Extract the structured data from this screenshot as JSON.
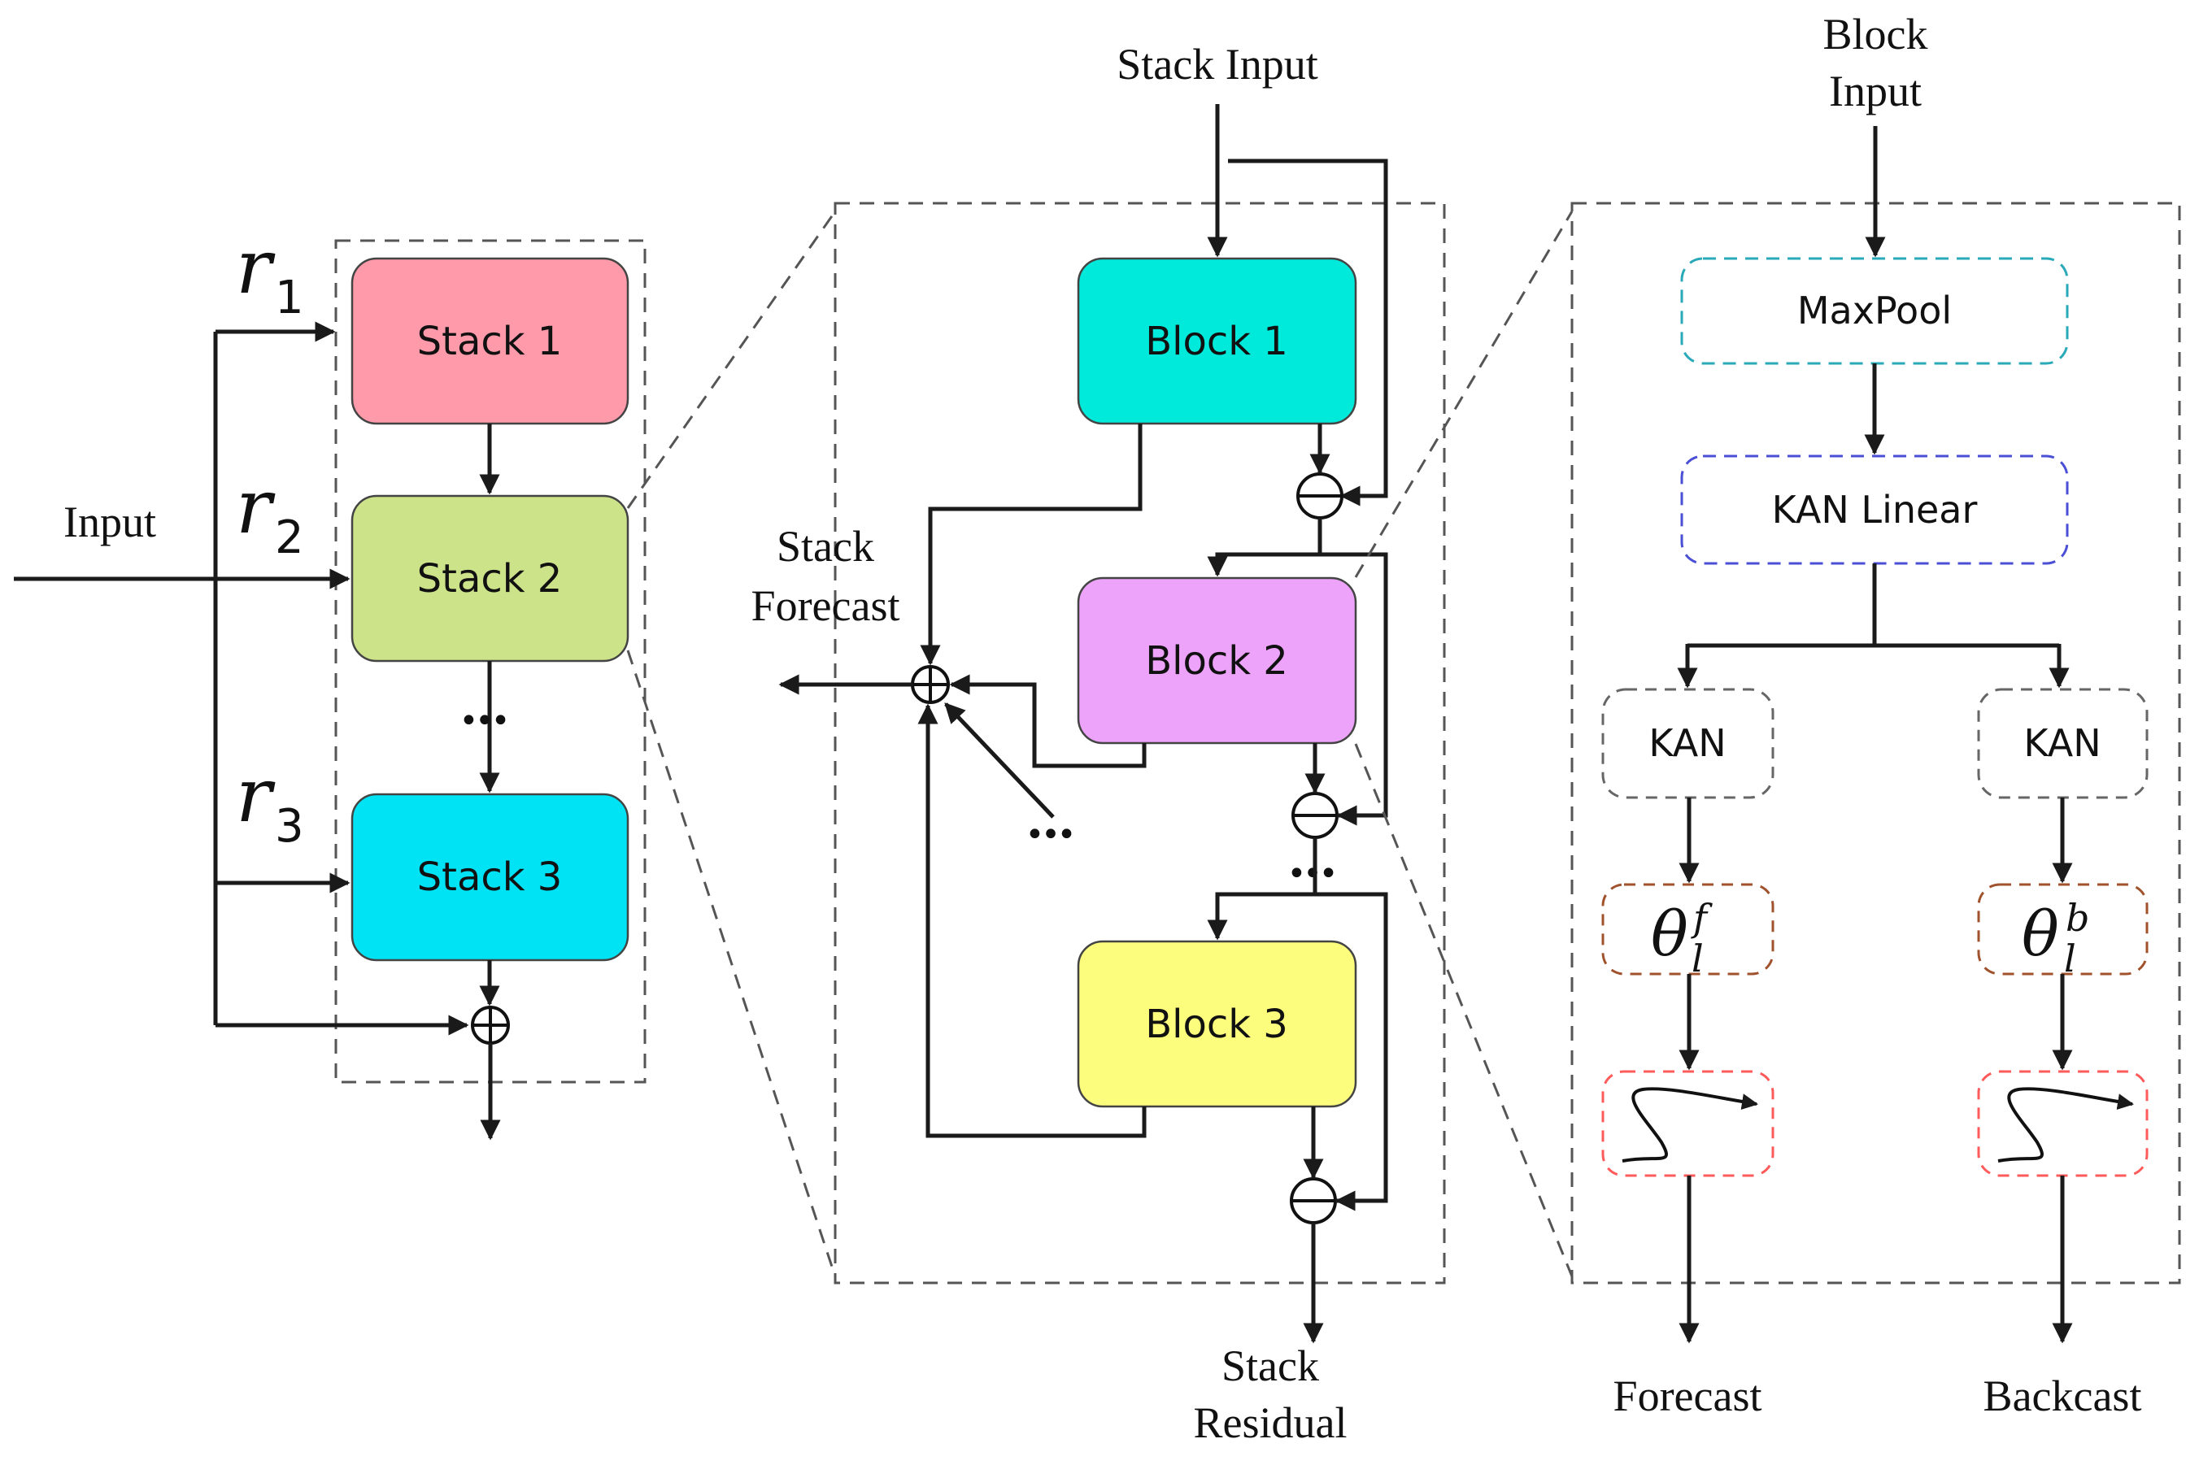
{
  "figure": {
    "left_panel": {
      "input_label": "Input",
      "residual_labels": [
        {
          "base": "r",
          "sub": "1"
        },
        {
          "base": "r",
          "sub": "2"
        },
        {
          "base": "r",
          "sub": "3"
        }
      ],
      "stacks": [
        {
          "label": "Stack 1",
          "color": "#fe9aaa"
        },
        {
          "label": "Stack 2",
          "color": "#cde38a"
        },
        {
          "label": "Stack 3",
          "color": "#00e3f5"
        }
      ],
      "ellipsis": "•••",
      "add_op": "⊕"
    },
    "middle_panel": {
      "title": "Stack Input",
      "forecast_label_line1": "Stack",
      "forecast_label_line2": "Forecast",
      "residual_label_line1": "Stack",
      "residual_label_line2": "Residual",
      "blocks": [
        {
          "label": "Block 1",
          "color": "#00eadb"
        },
        {
          "label": "Block 2",
          "color": "#eda3f9"
        },
        {
          "label": "Block 3",
          "color": "#fdfd7d"
        }
      ],
      "ellipsis": "•••",
      "subtract_op": "⊖",
      "add_op": "⊕"
    },
    "right_panel": {
      "title_line1": "Block",
      "title_line2": "Input",
      "maxpool": {
        "label": "MaxPool",
        "border_color": "#2aa9b8"
      },
      "kan_linear": {
        "label": "KAN Linear",
        "border_color": "#4a4fd6"
      },
      "branches": [
        {
          "kan_label": "KAN",
          "theta": {
            "symbol": "θ",
            "sub": "l",
            "sup": "f"
          },
          "output_label": "Forecast"
        },
        {
          "kan_label": "KAN",
          "theta": {
            "symbol": "θ",
            "sub": "l",
            "sup": "b"
          },
          "output_label": "Backcast"
        }
      ],
      "theta_border_color": "#a0522d",
      "basis_border_color": "#ff5b5b",
      "kan_border_color": "#666666"
    }
  }
}
